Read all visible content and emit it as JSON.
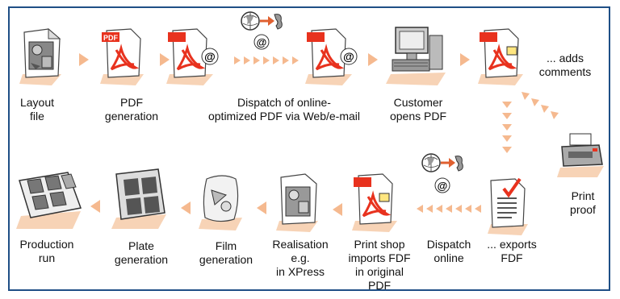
{
  "labels": {
    "layout": [
      "Layout",
      "file"
    ],
    "pdf_gen": [
      "PDF",
      "generation"
    ],
    "dispatch_online_pdf": [
      "Dispatch of online-",
      "optimized PDF via Web/e-mail"
    ],
    "customer": [
      "Customer",
      "opens PDF"
    ],
    "adds_comments": [
      "... adds",
      "comments"
    ],
    "print_proof": [
      "Print",
      "proof"
    ],
    "exports_fdf": [
      "... exports",
      "FDF"
    ],
    "dispatch_online": [
      "Dispatch",
      "online"
    ],
    "print_shop": [
      "Print shop",
      "imports FDF",
      "in original",
      "PDF"
    ],
    "realisation": [
      "Realisation",
      "e.g.",
      "in XPress"
    ],
    "film": [
      "Film",
      "generation"
    ],
    "plate": [
      "Plate",
      "generation"
    ],
    "production": [
      "Production",
      "run"
    ]
  },
  "icon_text": {
    "pdf": "PDF",
    "at": "@"
  },
  "colors": {
    "arrow": "#f5b98f",
    "frame": "#1f4f86",
    "acrobat": "#e8321e",
    "shadow": "#f7d3b6"
  }
}
